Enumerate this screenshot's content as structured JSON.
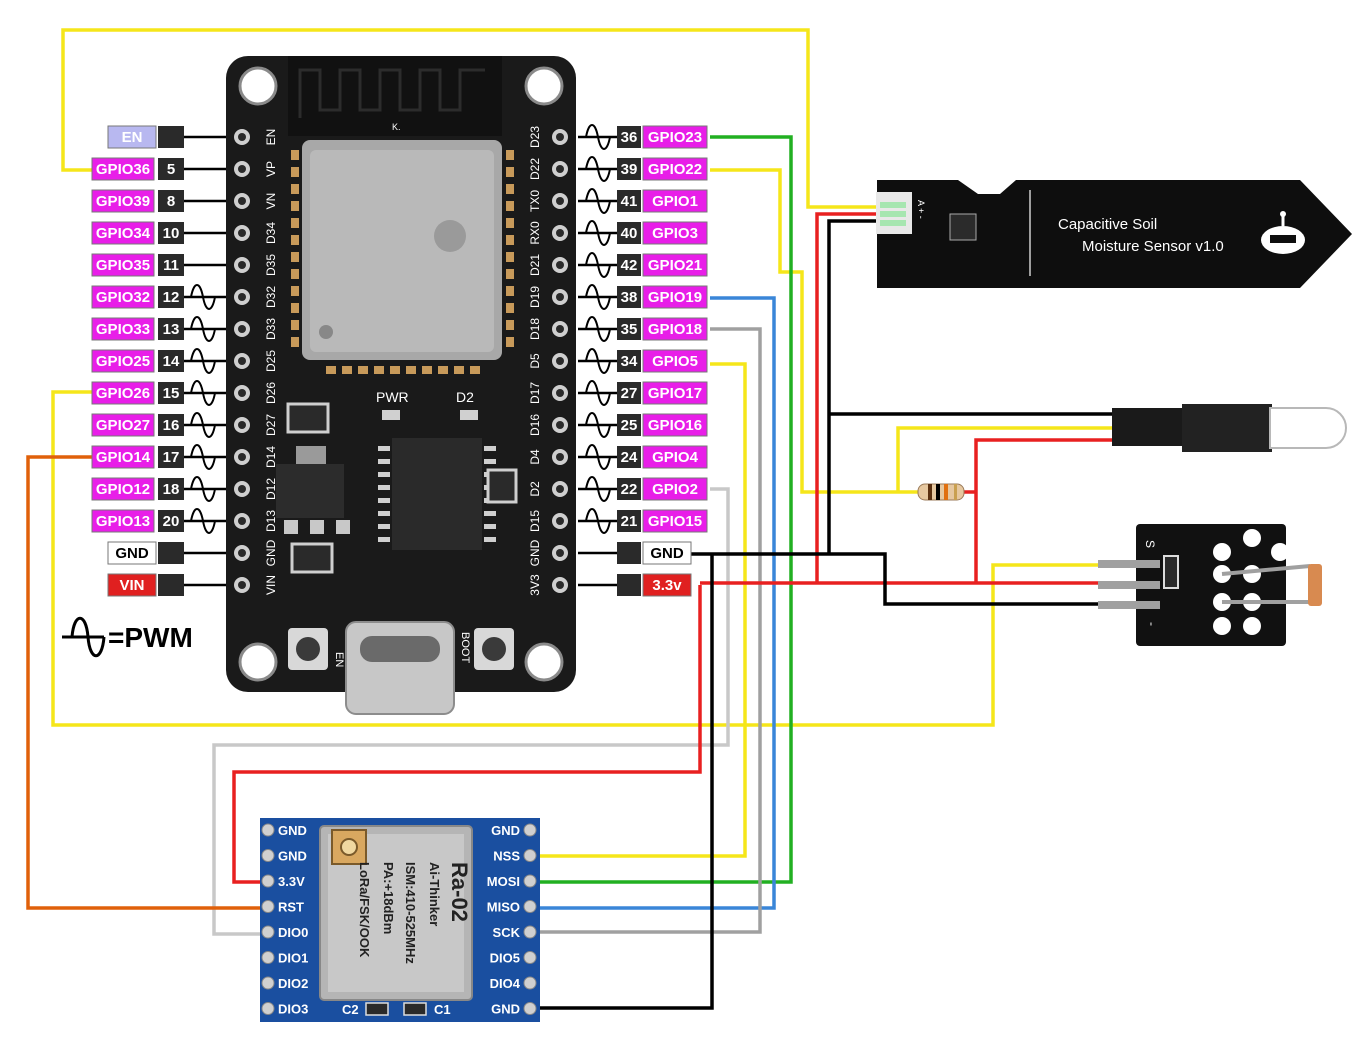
{
  "esp32": {
    "left_pins": [
      {
        "name": "EN",
        "num": "",
        "label_color": "#b8b8f0",
        "label_text_color": "#ffffff",
        "pwm": false
      },
      {
        "name": "GPIO36",
        "num": "5",
        "label_color": "#e81ee8",
        "label_text_color": "#ffffff",
        "pwm": false
      },
      {
        "name": "GPIO39",
        "num": "8",
        "label_color": "#e81ee8",
        "label_text_color": "#ffffff",
        "pwm": false
      },
      {
        "name": "GPIO34",
        "num": "10",
        "label_color": "#e81ee8",
        "label_text_color": "#ffffff",
        "pwm": false
      },
      {
        "name": "GPIO35",
        "num": "11",
        "label_color": "#e81ee8",
        "label_text_color": "#ffffff",
        "pwm": false
      },
      {
        "name": "GPIO32",
        "num": "12",
        "label_color": "#e81ee8",
        "label_text_color": "#ffffff",
        "pwm": true
      },
      {
        "name": "GPIO33",
        "num": "13",
        "label_color": "#e81ee8",
        "label_text_color": "#ffffff",
        "pwm": true
      },
      {
        "name": "GPIO25",
        "num": "14",
        "label_color": "#e81ee8",
        "label_text_color": "#ffffff",
        "pwm": true
      },
      {
        "name": "GPIO26",
        "num": "15",
        "label_color": "#e81ee8",
        "label_text_color": "#ffffff",
        "pwm": true
      },
      {
        "name": "GPIO27",
        "num": "16",
        "label_color": "#e81ee8",
        "label_text_color": "#ffffff",
        "pwm": true
      },
      {
        "name": "GPIO14",
        "num": "17",
        "label_color": "#e81ee8",
        "label_text_color": "#ffffff",
        "pwm": true
      },
      {
        "name": "GPIO12",
        "num": "18",
        "label_color": "#e81ee8",
        "label_text_color": "#ffffff",
        "pwm": true
      },
      {
        "name": "GPIO13",
        "num": "20",
        "label_color": "#e81ee8",
        "label_text_color": "#ffffff",
        "pwm": true
      },
      {
        "name": "GND",
        "num": "",
        "label_color": "#ffffff",
        "label_text_color": "#000000",
        "pwm": false
      },
      {
        "name": "VIN",
        "num": "",
        "label_color": "#e02020",
        "label_text_color": "#ffffff",
        "pwm": false
      }
    ],
    "right_pins": [
      {
        "name": "GPIO23",
        "num": "36",
        "label_color": "#e81ee8",
        "label_text_color": "#ffffff",
        "pwm": true
      },
      {
        "name": "GPIO22",
        "num": "39",
        "label_color": "#e81ee8",
        "label_text_color": "#ffffff",
        "pwm": true
      },
      {
        "name": "GPIO1",
        "num": "41",
        "label_color": "#e81ee8",
        "label_text_color": "#ffffff",
        "pwm": true
      },
      {
        "name": "GPIO3",
        "num": "40",
        "label_color": "#e81ee8",
        "label_text_color": "#ffffff",
        "pwm": true
      },
      {
        "name": "GPIO21",
        "num": "42",
        "label_color": "#e81ee8",
        "label_text_color": "#ffffff",
        "pwm": true
      },
      {
        "name": "GPIO19",
        "num": "38",
        "label_color": "#e81ee8",
        "label_text_color": "#ffffff",
        "pwm": true
      },
      {
        "name": "GPIO18",
        "num": "35",
        "label_color": "#e81ee8",
        "label_text_color": "#ffffff",
        "pwm": true
      },
      {
        "name": "GPIO5",
        "num": "34",
        "label_color": "#e81ee8",
        "label_text_color": "#ffffff",
        "pwm": true
      },
      {
        "name": "GPIO17",
        "num": "27",
        "label_color": "#e81ee8",
        "label_text_color": "#ffffff",
        "pwm": true
      },
      {
        "name": "GPIO16",
        "num": "25",
        "label_color": "#e81ee8",
        "label_text_color": "#ffffff",
        "pwm": true
      },
      {
        "name": "GPIO4",
        "num": "24",
        "label_color": "#e81ee8",
        "label_text_color": "#ffffff",
        "pwm": true
      },
      {
        "name": "GPIO2",
        "num": "22",
        "label_color": "#e81ee8",
        "label_text_color": "#ffffff",
        "pwm": true
      },
      {
        "name": "GPIO15",
        "num": "21",
        "label_color": "#e81ee8",
        "label_text_color": "#ffffff",
        "pwm": true
      },
      {
        "name": "GND",
        "num": "",
        "label_color": "#ffffff",
        "label_text_color": "#000000",
        "pwm": false
      },
      {
        "name": "3.3v",
        "num": "",
        "label_color": "#e02020",
        "label_text_color": "#ffffff",
        "pwm": false
      }
    ],
    "silk_left": [
      "EN",
      "VP",
      "VN",
      "D34",
      "D35",
      "D32",
      "D33",
      "D25",
      "D26",
      "D27",
      "D14",
      "D12",
      "D13",
      "GND",
      "VIN"
    ],
    "silk_right": [
      "D23",
      "D22",
      "TX0",
      "RX0",
      "D21",
      "D19",
      "D18",
      "D5",
      "D17",
      "D16",
      "D4",
      "D2",
      "D15",
      "GND",
      "3V3"
    ],
    "led_labels": {
      "pwr": "PWR",
      "d2": "D2"
    },
    "button_labels": {
      "en": "EN",
      "boot": "BOOT"
    },
    "shield_mark": "K."
  },
  "legend": {
    "text": "=PWM"
  },
  "soil_sensor": {
    "line1": "Capacitive Soil",
    "line2": "Moisture Sensor v1.0",
    "pin_marks": "A + -"
  },
  "lora": {
    "left_pins": [
      "GND",
      "GND",
      "3.3V",
      "RST",
      "DIO0",
      "DIO1",
      "DIO2",
      "DIO3"
    ],
    "right_pins": [
      "GND",
      "NSS",
      "MOSI",
      "MISO",
      "SCK",
      "DIO5",
      "DIO4",
      "GND"
    ],
    "chip_lines": [
      "Ra-02",
      "Ai-Thinker",
      "ISM:410-525MHz",
      "PA:+18dBm",
      "LoRa/FSK/OOK"
    ],
    "bottom_labels": [
      "C2",
      "C1"
    ]
  },
  "ky_module": {
    "pins": [
      "S",
      "",
      "-"
    ]
  },
  "wire_colors": {
    "yellow": "#f5e61a",
    "red": "#e82020",
    "black": "#000000",
    "green": "#22b022",
    "blue": "#3a86d8",
    "gray": "#a0a0a0",
    "light_gray": "#c8c8c8",
    "orange": "#e0600a"
  }
}
